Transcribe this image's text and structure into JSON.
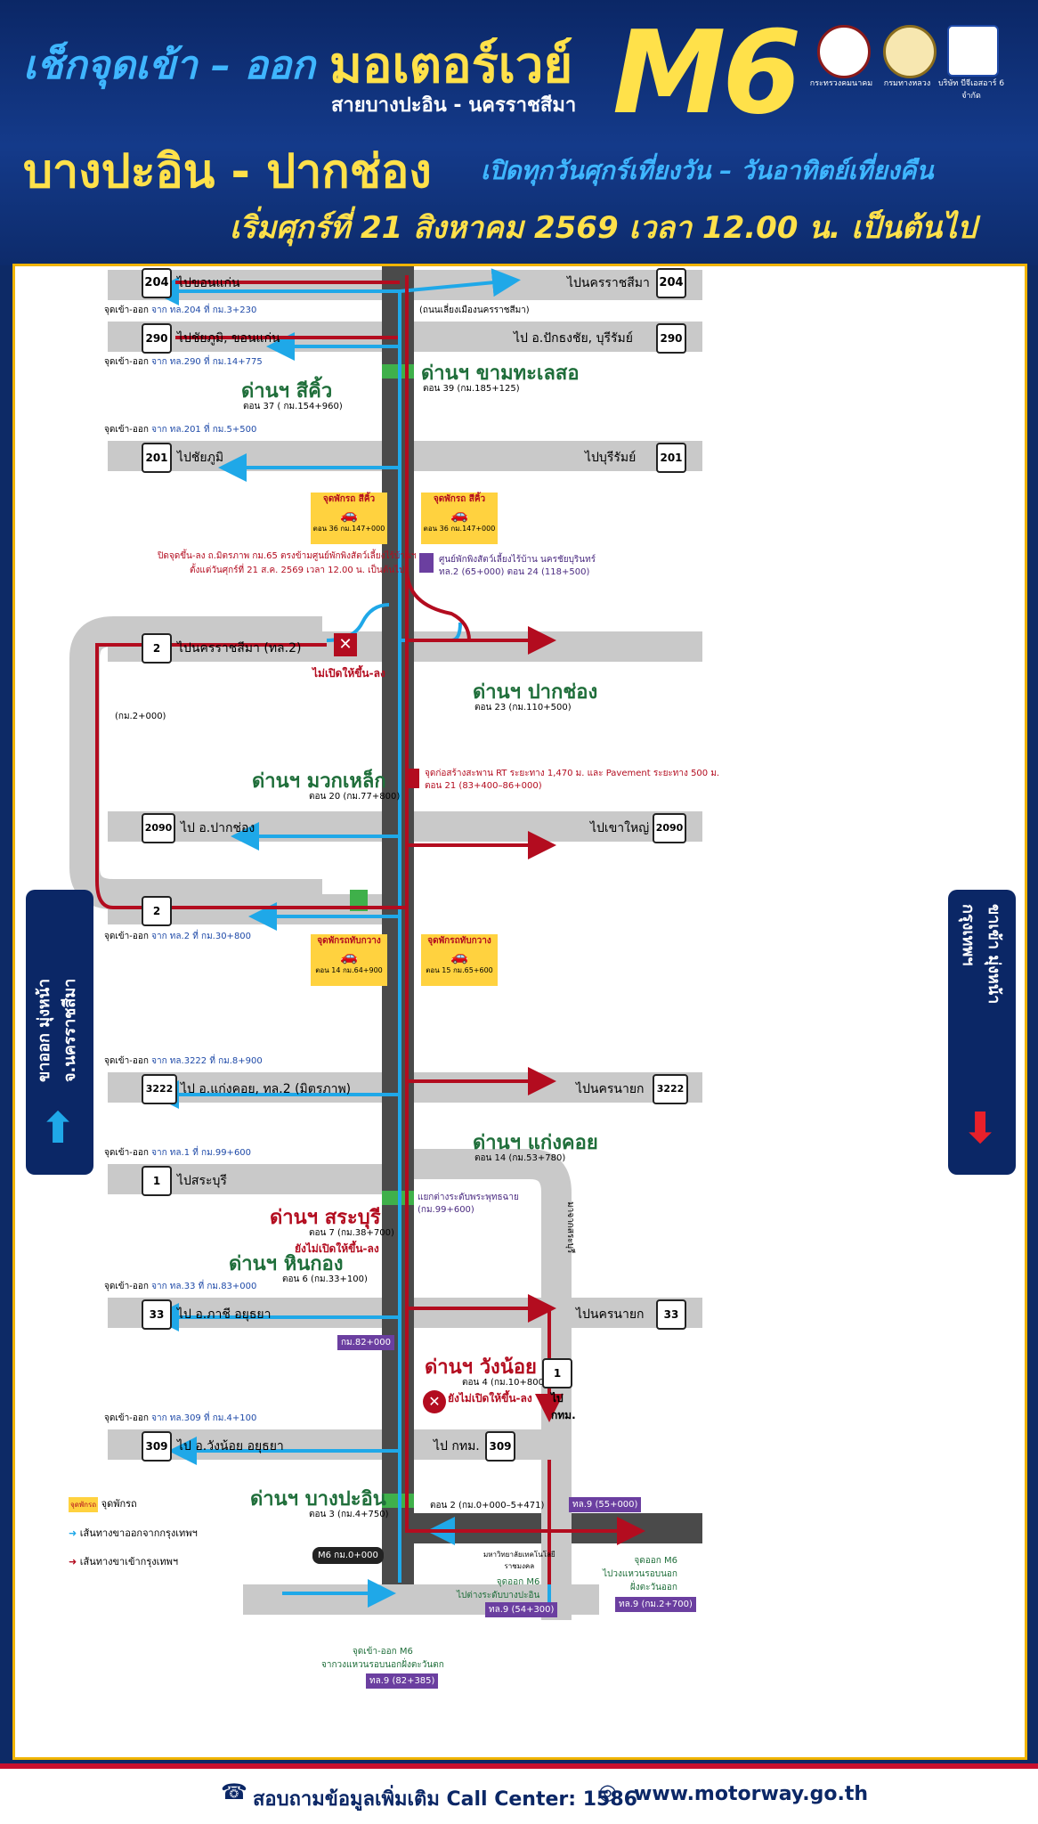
{
  "header": {
    "title_check": "เช็กจุดเข้า – ออก",
    "title_motorway": "มอเตอร์เวย์",
    "title_m6": "M6",
    "title_route": "สายบางปะอิน - นครราชสีมา",
    "title_section": "บางปะอิน - ปากช่อง",
    "title_open": "เปิดทุกวันศุกร์เที่ยงวัน – วันอาทิตย์เที่ยงคืน",
    "title_start": "เริ่มศุกร์ที่ 21 สิงหาคม 2569 เวลา 12.00 น. เป็นต้นไป",
    "logos": [
      {
        "caption": "กระทรวงคมนาคม",
        "icon": "ministry-seal-icon"
      },
      {
        "caption": "กรมทางหลวง",
        "icon": "doh-seal-icon"
      },
      {
        "caption": "บริษัท บีจีเอสอาร์ 6 จำกัด",
        "icon": "bgsr-logo-icon"
      }
    ]
  },
  "roads": [
    {
      "num": "204",
      "left": "ไปขอนแก่น",
      "right": "ไปนครราชสีมา",
      "entry": "จุดเข้า-ออก",
      "entry_src": "จาก ทล.204 ที่ กม.3+230",
      "note": "(ถนนเลี่ยงเมืองนครราชสีมา)"
    },
    {
      "num": "290",
      "left": "ไปชัยภูมิ, ขอนแก่น",
      "right": "ไป อ.ปักธงชัย, บุรีรัมย์",
      "entry": "จุดเข้า-ออก",
      "entry_src": "จาก ทล.290 ที่ กม.14+775"
    },
    {
      "num": "201",
      "left": "ไปชัยภูมิ",
      "right": "ไปบุรีรัมย์",
      "entry": "จุดเข้า-ออก",
      "entry_src": "จาก ทล.201 ที่ กม.5+500"
    },
    {
      "num": "2",
      "left": "ไปนครราชสีมา (ทล.2)",
      "closed": "ไม่เปิดให้ขึ้น-ลง",
      "km": "(กม.2+000)"
    },
    {
      "num": "2090",
      "left": "ไป อ.ปากช่อง",
      "right": "ไปเขาใหญ่"
    },
    {
      "num": "2",
      "entry": "จุดเข้า-ออก",
      "entry_src": "จาก ทล.2 ที่ กม.30+800"
    },
    {
      "num": "3222",
      "left": "ไป อ.แก่งคอย, ทล.2 (มิตรภาพ)",
      "right": "ไปนครนายก",
      "entry": "จุดเข้า-ออก",
      "entry_src": "จาก ทล.3222 ที่ กม.8+900"
    },
    {
      "num": "1",
      "left": "ไปสระบุรี",
      "entry": "จุดเข้า-ออก",
      "entry_src": "จาก ทล.1 ที่ กม.99+600"
    },
    {
      "num": "33",
      "left": "ไป อ.ภาชี อยุธยา",
      "right": "ไปนครนายก",
      "entry": "จุดเข้า-ออก",
      "entry_src": "จาก ทล.33 ที่ กม.83+000"
    },
    {
      "num": "309",
      "left": "ไป อ.วังน้อย อยุธยา",
      "right": "ไป กทม.",
      "entry": "จุดเข้า-ออก",
      "entry_src": "จาก ทล.309 ที่ กม.4+100"
    }
  ],
  "tolls": [
    {
      "name": "ด่านฯ ขามทะเลสอ",
      "km": "ตอน 39 (กม.185+125)"
    },
    {
      "name": "ด่านฯ สีคิ้ว",
      "km": "ตอน 37 ( กม.154+960)"
    },
    {
      "name": "ด่านฯ ปากช่อง",
      "km": "ตอน 23 (กม.110+500)"
    },
    {
      "name": "ด่านฯ มวกเหล็ก",
      "km": "ตอน 20 (กม.77+800)"
    },
    {
      "name": "ด่านฯ แก่งคอย",
      "km": "ตอน 14 (กม.53+780)"
    },
    {
      "name": "ด่านฯ สระบุรี",
      "km": "ตอน 7 (กม.38+700)",
      "status": "ยังไม่เปิดให้ขึ้น-ลง"
    },
    {
      "name": "ด่านฯ หินกอง",
      "km": "ตอน 6 (กม.33+100)"
    },
    {
      "name": "ด่านฯ วังน้อย",
      "km": "ตอน 4 (กม.10+800)",
      "status": "ยังไม่เปิดให้ขึ้น-ลง"
    },
    {
      "name": "ด่านฯ บางปะอิน",
      "km": "ตอน 3 (กม.4+750)"
    }
  ],
  "rest_areas": [
    {
      "name": "จุดพักรถ สีคิ้ว",
      "km": "ตอน 36 กม.147+000"
    },
    {
      "name": "จุดพักรถ สีคิ้ว",
      "km": "ตอน 36 กม.147+000"
    },
    {
      "name": "จุดพักรถทับกวาง",
      "km": "ตอน 14 กม.64+900"
    },
    {
      "name": "จุดพักรถทับกวาง",
      "km": "ตอน 15 กม.65+600"
    }
  ],
  "notes": {
    "close_note_1": "ปิดจุดขึ้น-ลง ถ.มิตรภาพ กม.65 ตรงข้ามศูนย์พักพิงสัตว์เลี้ยงไร้บ้านฯ",
    "close_note_2": "ตั้งแต่วันศุกร์ที่ 21 ส.ค. 2569 เวลา 12.00 น. เป็นต้นไป",
    "animal_1": "ศูนย์พักพิงสัตว์เลี้ยงไร้บ้าน นครชัยบุรินทร์",
    "animal_2": "ทล.2 (65+000) ตอน 24 (118+500)",
    "construction_1": "จุดก่อสร้างสะพาน RT ระยะทาง 1,470 ม. และ Pavement ระยะทาง 500 ม.",
    "construction_2": "ตอน 21 (83+400–86+000)",
    "interchange_1": "แยกต่างระดับพระพุทธฉาย",
    "interchange_2": "(กม.99+600)",
    "km82": "กม.82+000",
    "from_saraburi": "มาจากสระบุรี",
    "to_bkk_1": "ไป",
    "to_bkk_2": "กทม.",
    "section2": "ตอน 2 (กม.0+000–5+471)",
    "m6_start": "M6 กม.0+000",
    "tl9_1": "ทล.9 (55+000)",
    "exit_east_1": "จุดออก M6",
    "exit_east_2": "ไปวงแหวนรอบนอก",
    "exit_east_3": "ฝั่งตะวันออก",
    "tl9_2": "ทล.9 (กม.2+700)",
    "univ_1": "มหาวิทยาลัยเทคโนโลยี",
    "univ_2": "ราชมงคล",
    "exit_bpi_1": "จุดออก M6",
    "exit_bpi_2": "ไปต่างระดับบางปะอิน",
    "tl9_3": "ทล.9 (54+300)",
    "entry_west_1": "จุดเข้า-ออก M6",
    "entry_west_2": "จากวงแหวนรอบนอกฝั่งตะวันตก",
    "tl9_4": "ทล.9 (82+385)"
  },
  "sides": {
    "left_1": "ขาออก มุ่งหน้า",
    "left_2": "จ.นครราชสีมา",
    "right_1": "ขาเข้า มุ่งหน้า",
    "right_2": "กรุงเทพฯ"
  },
  "legend": {
    "rest": "จุดพักรถ",
    "rest_badge": "จุดพักรถ",
    "outbound": "เส้นทางขาออกจากกรุงเทพฯ",
    "inbound": "เส้นทางขาเข้ากรุงเทพฯ"
  },
  "footer": {
    "call": "สอบถามข้อมูลเพิ่มเติม Call Center: 1586",
    "web": "www.motorway.go.th"
  },
  "colors": {
    "outbound": "#1fa8e8",
    "inbound": "#b30c1f",
    "road": "#c9c9c9",
    "motorway": "#4a4a4a",
    "toll_green": "#1f8a3c",
    "header_bg": "#0b2766",
    "yellow": "#ffe14a"
  }
}
